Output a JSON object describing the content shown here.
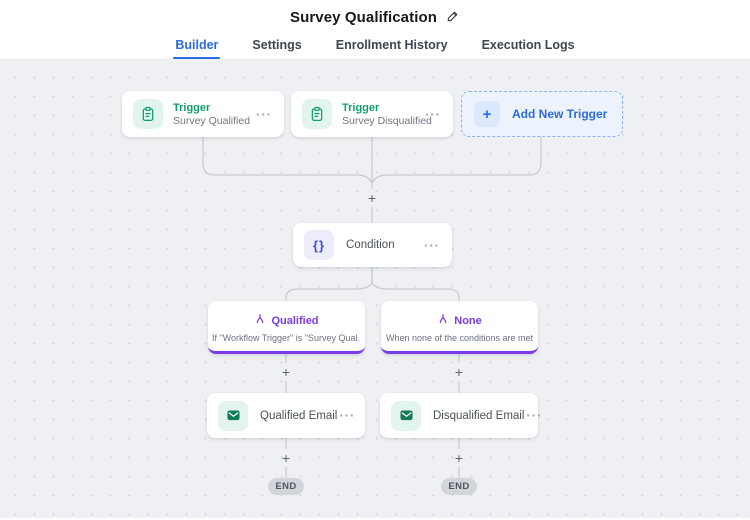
{
  "header": {
    "title": "Survey Qualification"
  },
  "tabs": [
    {
      "label": "Builder",
      "active": true
    },
    {
      "label": "Settings",
      "active": false
    },
    {
      "label": "Enrollment History",
      "active": false
    },
    {
      "label": "Execution Logs",
      "active": false
    }
  ],
  "workflow": {
    "triggers": [
      {
        "type": "Trigger",
        "name": "Survey Qualified"
      },
      {
        "type": "Trigger",
        "name": "Survey Disqualified"
      }
    ],
    "add_trigger": {
      "label": "Add New Trigger",
      "plus": "+"
    },
    "condition": {
      "label": "Condition",
      "icon_glyph": "{}"
    },
    "branches": [
      {
        "label": "Qualified",
        "description": "If \"Workflow Trigger\" is \"Survey Qual..."
      },
      {
        "label": "None",
        "description": "When none of the conditions are met"
      }
    ],
    "actions": [
      {
        "label": "Qualified Email"
      },
      {
        "label": "Disqualified Email"
      }
    ],
    "menu_glyph": "···",
    "plus_glyph": "+",
    "end_label": "END"
  },
  "colors": {
    "accent_blue": "#2a6ae3",
    "green": "#0f9e6c",
    "purple": "#7c3aed",
    "canvas_bg": "#eef0f3"
  }
}
